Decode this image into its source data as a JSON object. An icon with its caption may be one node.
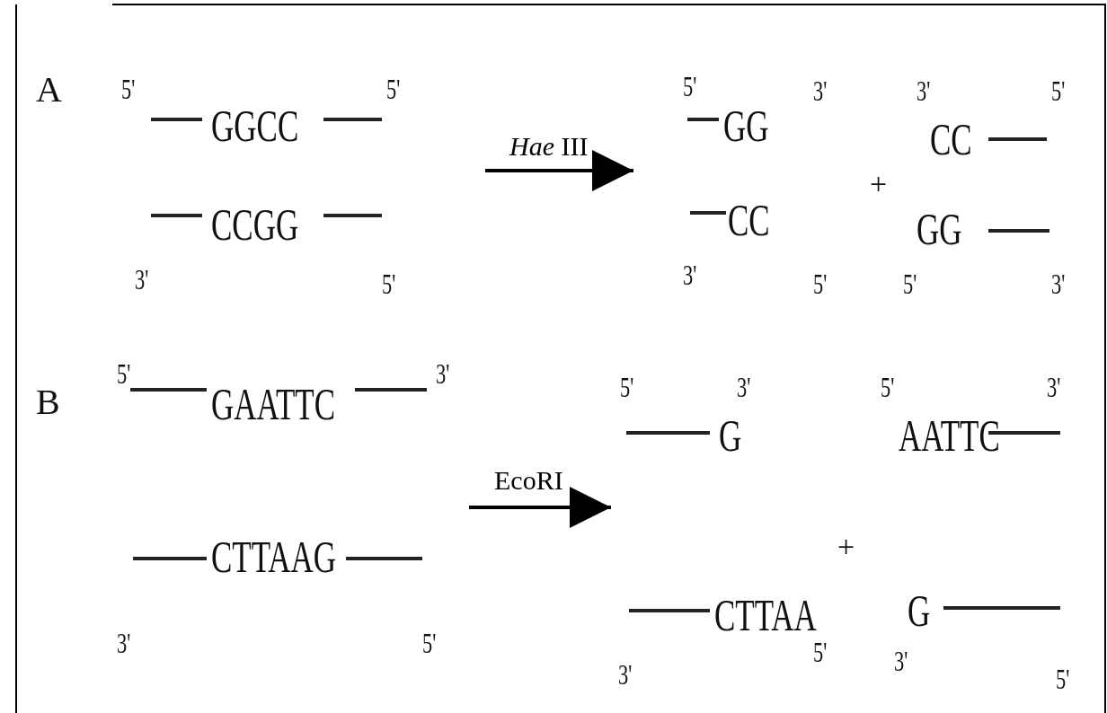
{
  "diagram": {
    "nodes": [
      {
        "text": [
          "5'",
          "GGCC",
          "5'",
          "CCGG",
          "3'",
          "5'"
        ]
      },
      {
        "text": [
          "5'",
          "GG",
          "3'",
          "CC",
          "3'",
          "5'"
        ]
      },
      {
        "text": [
          "3'",
          "CC",
          "5'",
          "GG",
          "5'",
          "3'"
        ]
      },
      {
        "text": [
          "5'",
          "GAATTC",
          "3'",
          "CTTAAG",
          "3'",
          "5'"
        ]
      },
      {
        "text": [
          "5'",
          "G",
          "3'",
          "CTTAA",
          "3'",
          "5'"
        ]
      },
      {
        "text": [
          "5'",
          "AATTC",
          "3'",
          "G",
          "3'",
          "5'"
        ]
      }
    ],
    "edges": [
      {
        "from": null,
        "to": 1,
        "arrow": "to",
        "label": "*Hae* III"
      },
      {
        "from": null,
        "to": 4,
        "arrow": "to",
        "label": "EcoRI"
      }
    ],
    "labels": [
      "A",
      "+",
      "B",
      "+"
    ]
  }
}
